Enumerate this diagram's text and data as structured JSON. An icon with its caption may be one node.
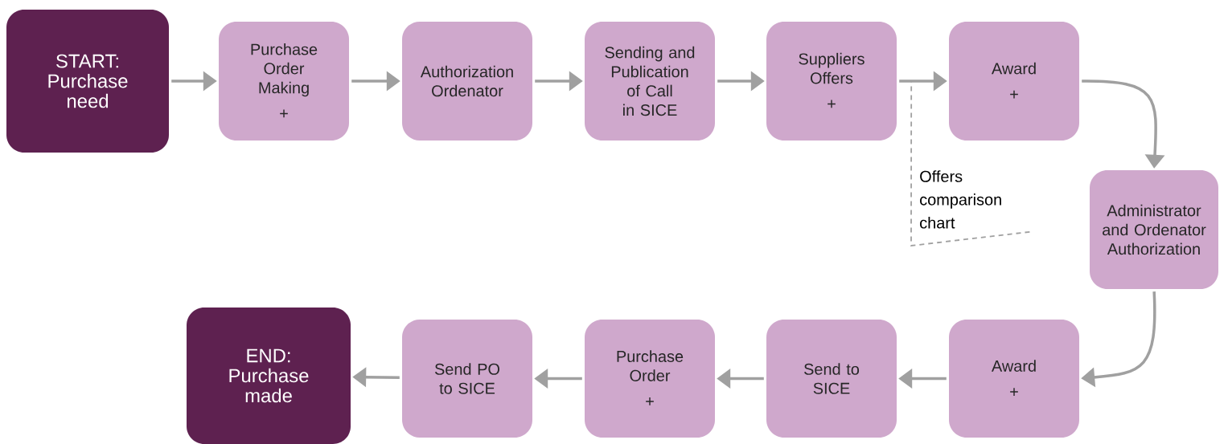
{
  "diagram": {
    "nodes": [
      {
        "text": [
          "START: Purchase need"
        ]
      },
      {
        "text": [
          "Purchase Order Making",
          "+"
        ]
      },
      {
        "text": [
          "Authorization Ordenator"
        ]
      },
      {
        "text": [
          "Sending and Publication of Call in SICE"
        ]
      },
      {
        "text": [
          "Suppliers Offers",
          "+"
        ]
      },
      {
        "text": [
          "Award",
          "+"
        ]
      },
      {
        "text": [
          "Administrator and Ordenator Authorization"
        ]
      },
      {
        "text": [
          "Award",
          "+"
        ]
      },
      {
        "text": [
          "Send to SICE"
        ]
      },
      {
        "text": [
          "Purchase Order",
          "+"
        ]
      },
      {
        "text": [
          "Send PO to SICE"
        ]
      },
      {
        "text": [
          "END: Purchase made"
        ]
      },
      {
        "text": [
          "Offers comparison chart"
        ]
      }
    ],
    "edges": [
      {
        "from": 0,
        "to": 1,
        "arrow": "to"
      },
      {
        "from": 1,
        "to": 2,
        "arrow": "to"
      },
      {
        "from": 2,
        "to": 3,
        "arrow": "to"
      },
      {
        "from": 3,
        "to": 4,
        "arrow": "to"
      },
      {
        "from": 4,
        "to": 5,
        "arrow": "to"
      },
      {
        "from": 5,
        "to": 6,
        "arrow": "to"
      },
      {
        "from": 6,
        "to": 7,
        "arrow": "to"
      },
      {
        "from": 7,
        "to": 8,
        "arrow": "to"
      },
      {
        "from": 8,
        "to": 9,
        "arrow": "to"
      },
      {
        "from": 9,
        "to": 10,
        "arrow": "to"
      },
      {
        "from": 10,
        "to": 11,
        "arrow": "to"
      },
      {
        "from": 12,
        "to": 4,
        "arrow": "none",
        "style": "dashed"
      }
    ]
  }
}
